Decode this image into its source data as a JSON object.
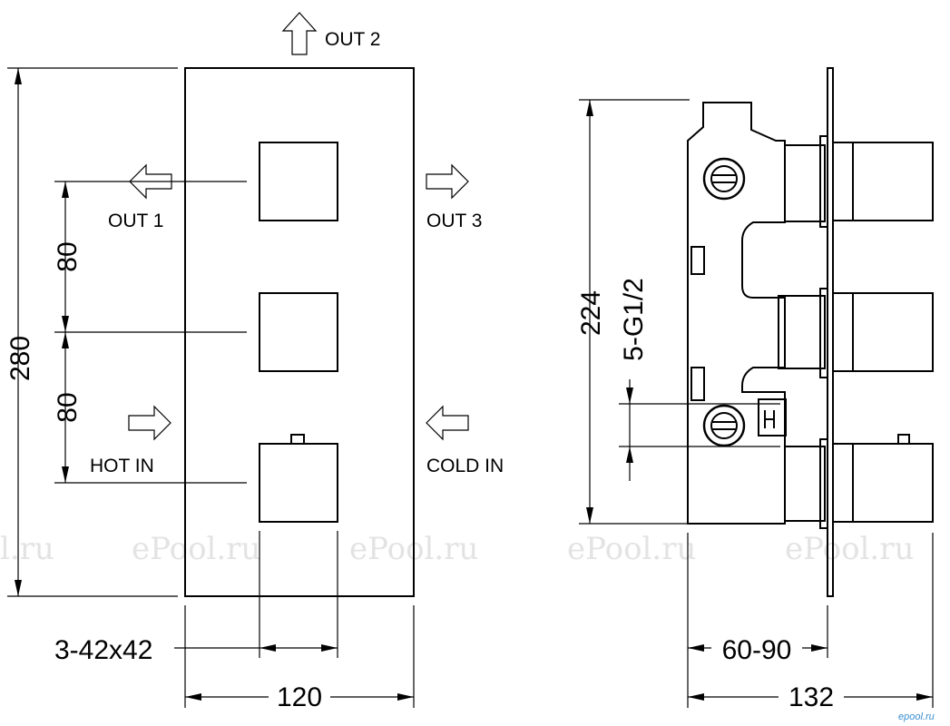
{
  "labels": {
    "out2": "OUT 2",
    "out1": "OUT 1",
    "out3": "OUT 3",
    "hot_in": "HOT IN",
    "cold_in": "COLD IN"
  },
  "dimensions": {
    "height_280": "280",
    "spacing_top": "80",
    "spacing_bottom": "80",
    "handle_size": "3-42x42",
    "width_120": "120",
    "height_224": "224",
    "connections": "5-G1/2",
    "depth_range": "60-90",
    "depth_132": "132"
  },
  "watermark": {
    "text_partial": "l.ru",
    "text": "ePool.ru"
  },
  "logo": {
    "text": "epool.ru"
  },
  "colors": {
    "line": "#000000",
    "watermark": "#e3e3e3",
    "logo": "#3a8fd0"
  }
}
